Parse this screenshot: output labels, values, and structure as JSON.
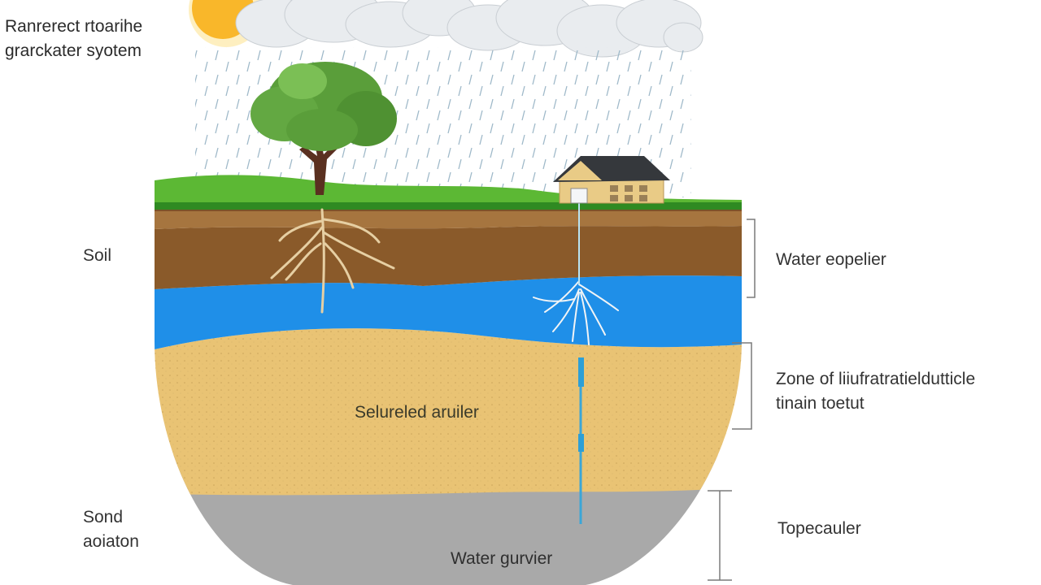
{
  "title": {
    "line1": "Ranrerect rtoarihe",
    "line2": "grarckater syotem"
  },
  "labels": {
    "soil": "Soil",
    "water_supplier": "Water eopelier",
    "zone_line1": "Zone of liiufratratieldutticle",
    "zone_line2": "tinain toetut",
    "aquifer": "Selureled aruiler",
    "sand_line1": "Sond",
    "sand_line2": "aoiaton",
    "top": "Topecauler",
    "barrier": "Water gurvier"
  },
  "colors": {
    "grass": "#5cb834",
    "topsoil": "#9a6b3a",
    "soil": "#8a5a2a",
    "water": "#1f8fe8",
    "aquifer": "#e9c374",
    "bedrock": "#a8a8a8",
    "sun": "#f9b72a",
    "tree_canopy": "#5a9e3a",
    "tree_trunk": "#5a3020",
    "house_wall": "#e9cb86",
    "house_roof": "#35383c"
  }
}
